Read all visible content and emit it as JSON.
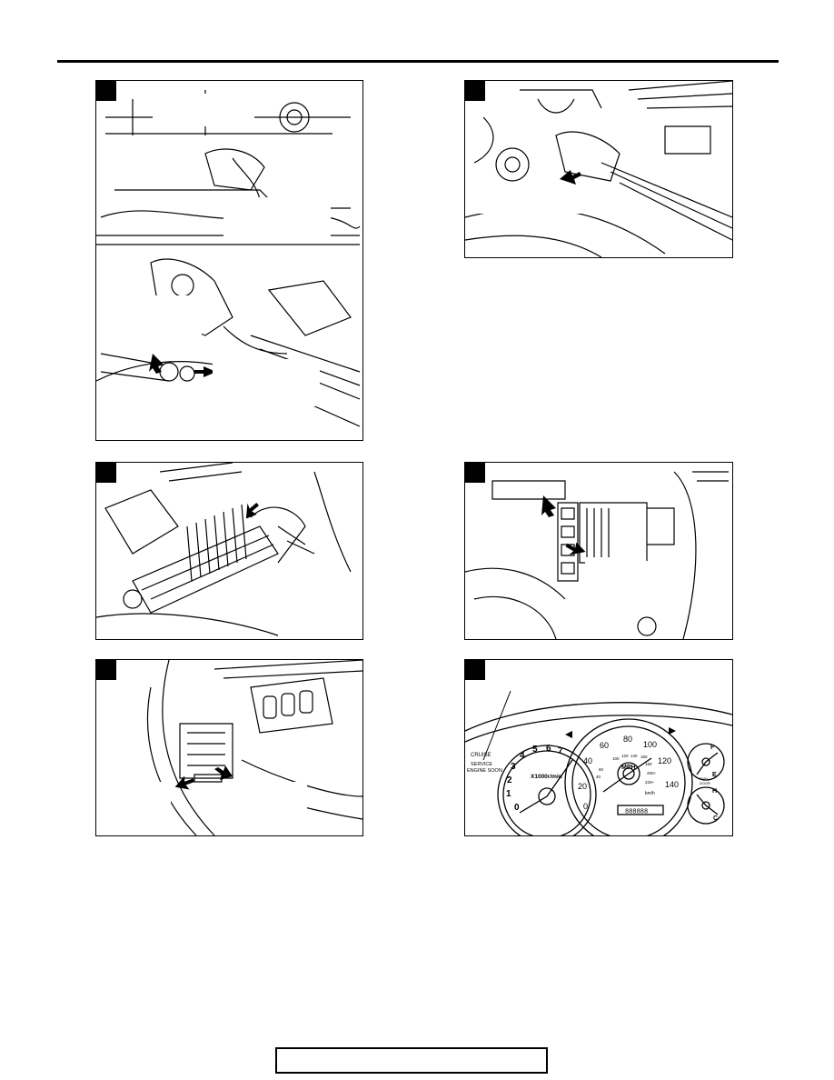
{
  "page": {
    "figures": [
      {
        "id": "fig1"
      },
      {
        "id": "fig2"
      },
      {
        "id": "fig3"
      },
      {
        "id": "fig4"
      },
      {
        "id": "fig5"
      },
      {
        "id": "fig6",
        "warning_lamp": [
          "SERVICE",
          "ENGINE SOON"
        ],
        "cruise": "CRUISE",
        "tachometer": {
          "ticks": [
            "0",
            "1",
            "2",
            "3",
            "4",
            "5",
            "6",
            "7"
          ],
          "unit": "X1000r/min"
        },
        "speedometer": {
          "mph_ticks": [
            "0",
            "20",
            "40",
            "60",
            "80",
            "100",
            "120",
            "140"
          ],
          "kmh_ticks": [
            "40",
            "60",
            "80",
            "100",
            "120",
            "140",
            "160",
            "180",
            "200+",
            "220+"
          ],
          "unit_mph": "MPH",
          "unit_kmh": "km/h",
          "odometer": "888888"
        },
        "fuel_gauge": {
          "full": "F",
          "empty": "E",
          "label": [
            "FUEL",
            "DOOR"
          ]
        },
        "temp_gauge": {
          "hot": "H",
          "cold": "C"
        }
      }
    ]
  },
  "colors": {
    "ink": "#000000",
    "paper": "#ffffff"
  }
}
